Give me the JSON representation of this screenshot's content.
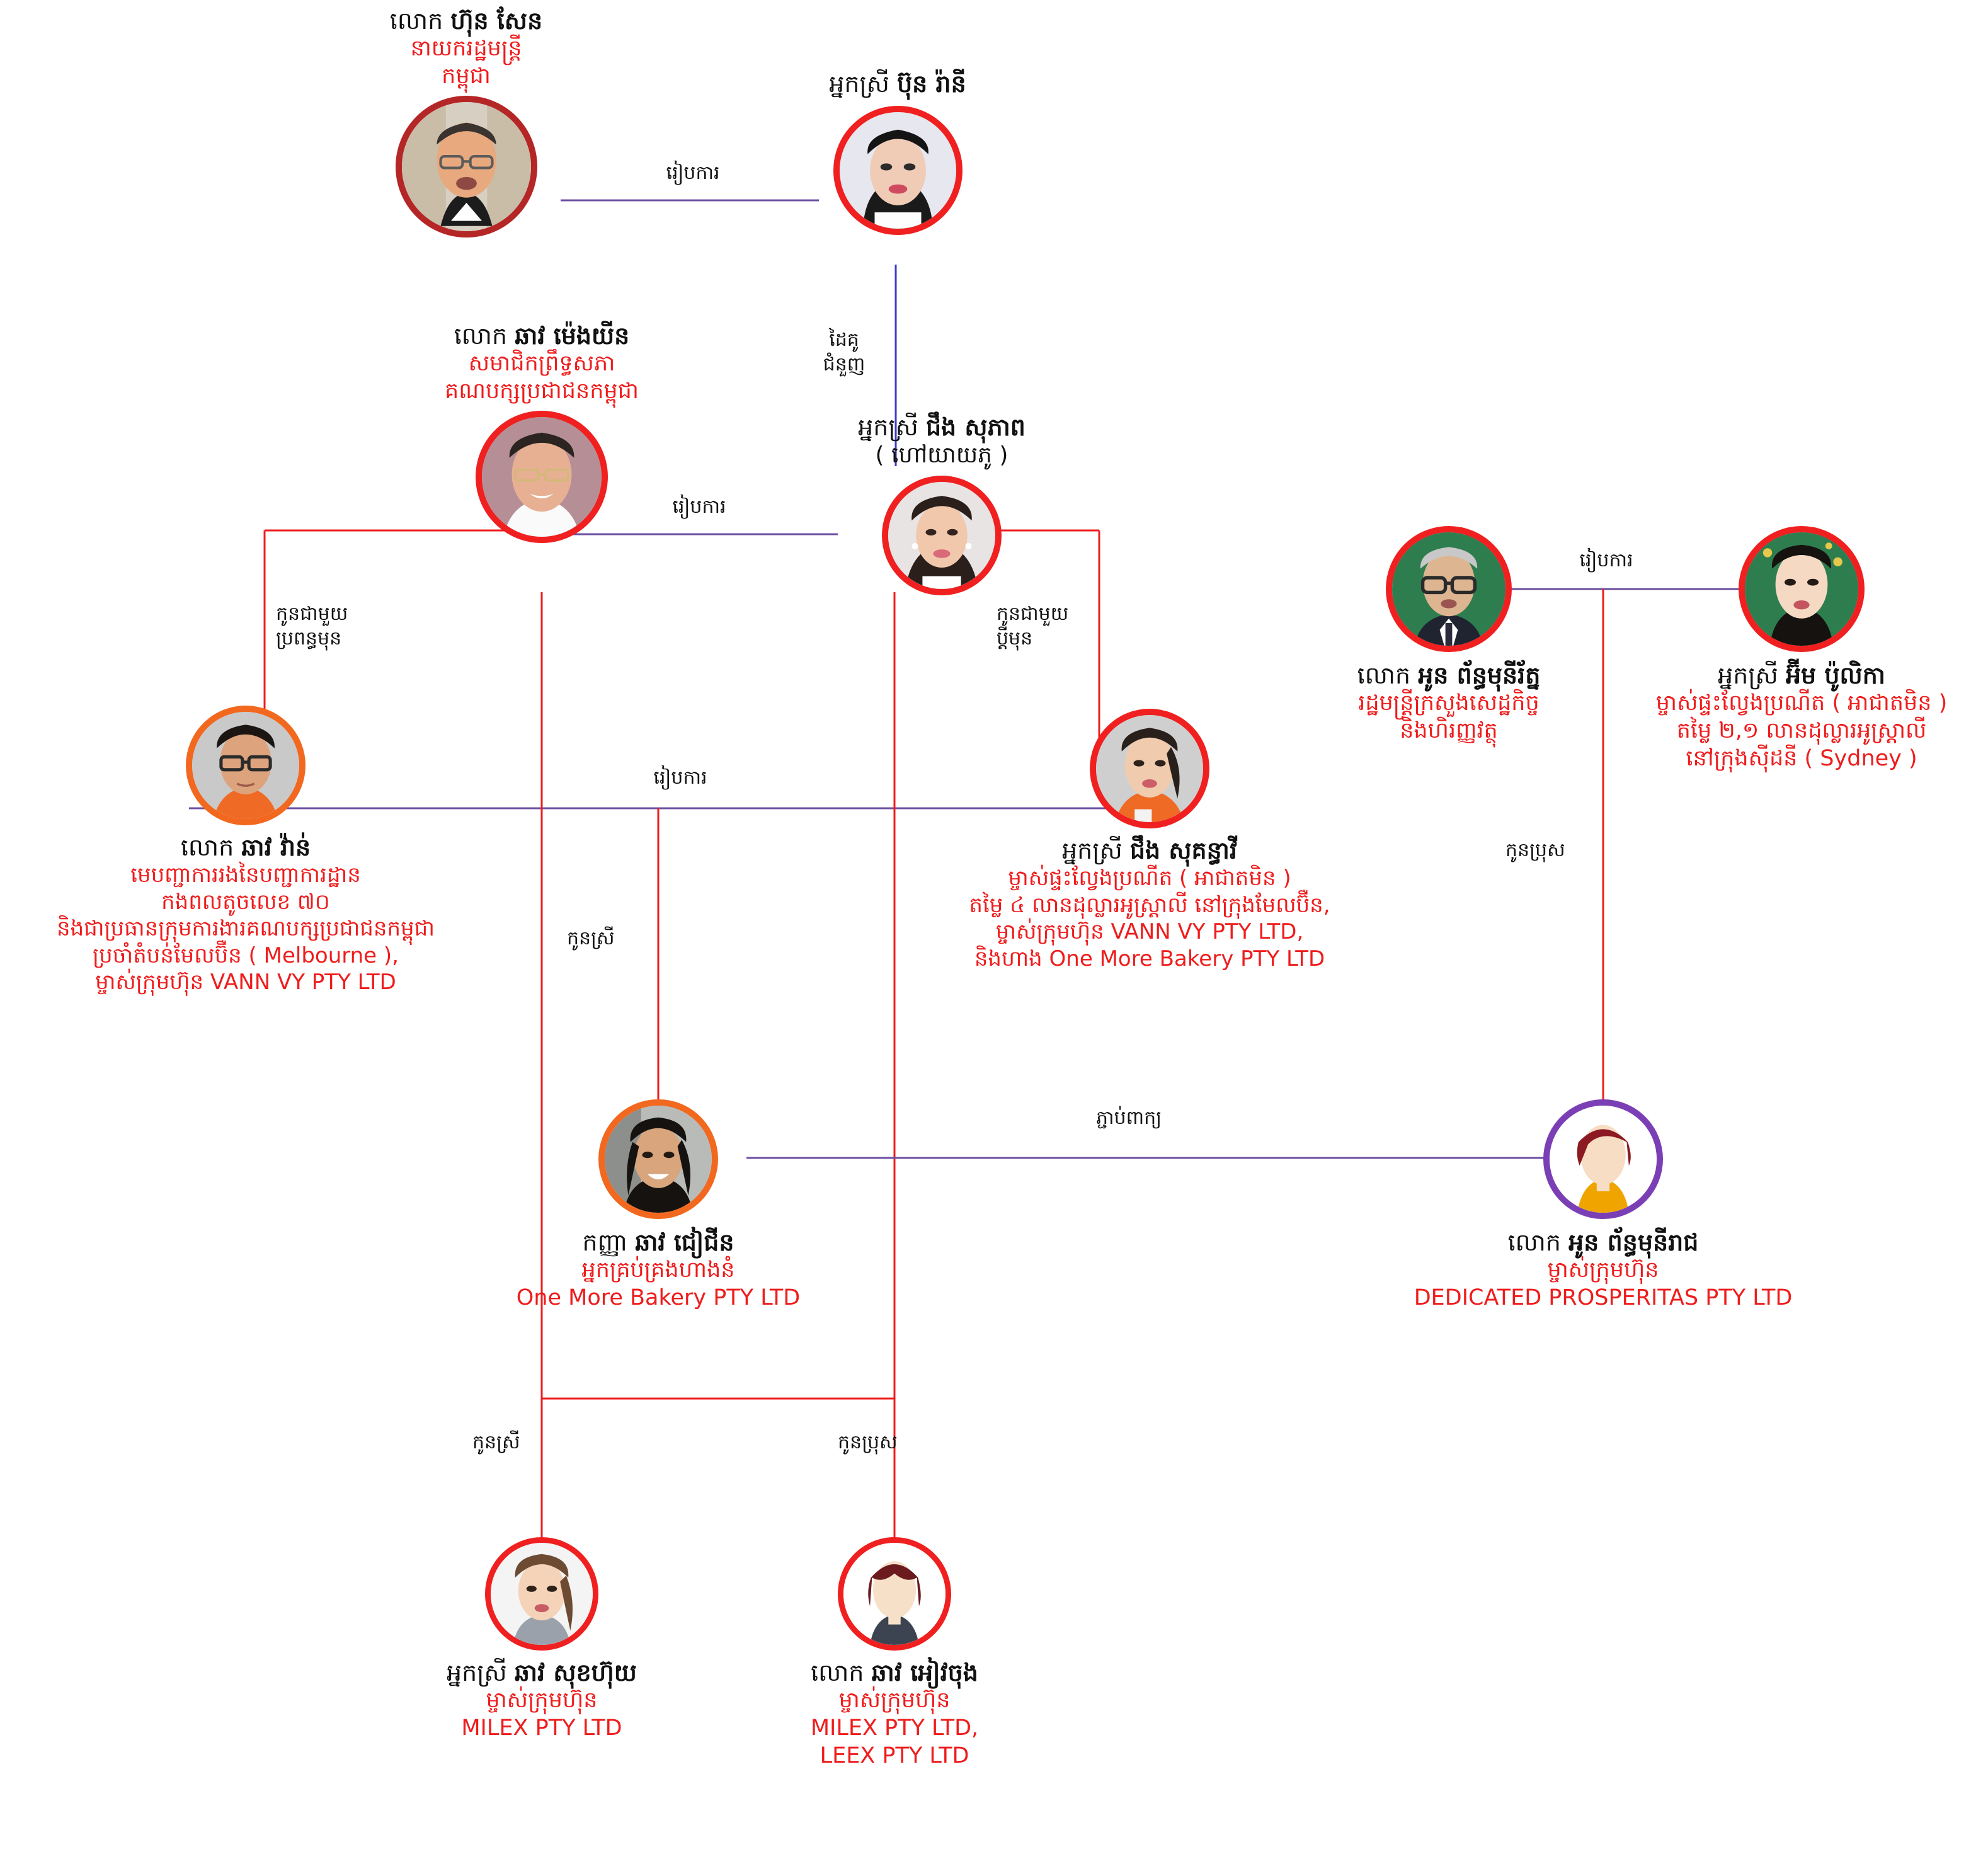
{
  "diagram": {
    "title": "Cambodian political family business network chart",
    "colors": {
      "name_text": "#111111",
      "desc_text": "#ef1c1c",
      "red_line": "#ef1c1c",
      "purple_line": "#6b4fa0",
      "blue_line": "#3b3bcc",
      "ring_red": "#f02020",
      "ring_darkred": "#b52626",
      "ring_orange": "#f2681f",
      "ring_purple": "#7b3fb5"
    }
  },
  "people": [
    {
      "id": "hun-sen",
      "honorific": "លោក",
      "name": "ហ៊ុន សែន",
      "desc": "នាយករដ្ឋមន្ត្រី\nកម្ពុជា",
      "ring": "#b52626"
    },
    {
      "id": "bun-rany",
      "honorific": "អ្នកស្រី",
      "name": "ប៊ុន រ៉ានី",
      "desc": "",
      "ring": "#f02020"
    },
    {
      "id": "chhav-mengyin",
      "honorific": "លោក",
      "name": "ឆាវ ម៉េងយីន",
      "desc": "សមាជិកព្រឹទ្ធសភា\nគណបក្សប្រជាជនកម្ពុជា",
      "ring": "#f02020"
    },
    {
      "id": "cheng-sophap",
      "honorific": "អ្នកស្រី",
      "name": "ជឹង សុភាព",
      "desc_black": "( ហៅយាយភូ )",
      "desc": "",
      "ring": "#f02020"
    },
    {
      "id": "chhav-van",
      "honorific": "លោក",
      "name": "ឆាវ វ៉ាន់",
      "desc": "មេបញ្ជាការរងនៃបញ្ជាការដ្ឋាន\nកងពលតូចលេខ ៧០\nនិងជាប្រធានក្រុមការងារគណបក្សប្រជាជនកម្ពុជា\nប្រចាំតំបន់មែលប៊ឺន ( Melbourne ),\nម្ចាស់ក្រុមហ៊ុន VANN VY PTY LTD",
      "ring": "#f2681f"
    },
    {
      "id": "cheng-sokunthea",
      "honorific": "អ្នកស្រី",
      "name": "ជឹង សុគន្ធាវី",
      "desc": "ម្ចាស់ផ្ទះល្វែងប្រណីត ( អាជាតមិន )\nតម្លៃ ៤ លានដុល្លារអូស្ត្រាលី នៅក្រុងមែលប៊ឺន,\nម្ចាស់ក្រុមហ៊ុន VANN VY PTY LTD,\nនិងហាង One More Bakery PTY LTD",
      "ring": "#f02020"
    },
    {
      "id": "on-phanmunirith",
      "honorific": "លោក",
      "name": "អូន ព័ន្ធមុនីរ័ត្ន",
      "desc": "រដ្ឋមន្ត្រីក្រសួងសេដ្ឋកិច្ច\nនិងហិរញ្ញវត្ថុ",
      "ring": "#f02020"
    },
    {
      "id": "im-bolika",
      "honorific": "អ្នកស្រី",
      "name": "អ៊ីម ប៉ូលិកា",
      "desc": "ម្ចាស់ផ្ទះល្វែងប្រណីត ( អាជាតមិន )\nតម្លៃ ២,១ លានដុល្លារអូស្ត្រាលី\nនៅក្រុងស៊ីដនី ( Sydney )",
      "ring": "#f02020"
    },
    {
      "id": "chhav-chhean",
      "honorific": "កញ្ញា",
      "name": "ឆាវ ជៀជីន",
      "desc": "អ្នកគ្រប់គ្រងហាងនំ\nOne More Bakery PTY LTD",
      "ring": "#f2681f"
    },
    {
      "id": "on-phanmunirach",
      "honorific": "លោក",
      "name": "អូន ព័ន្ធមុនីរាជ",
      "desc": "ម្ចាស់ក្រុមហ៊ុន\nDEDICATED PROSPERITAS PTY LTD",
      "ring": "#7b3fb5"
    },
    {
      "id": "chhav-sokhhuy",
      "honorific": "អ្នកស្រី",
      "name": "ឆាវ សុខហ៊ុយ",
      "desc": "ម្ចាស់ក្រុមហ៊ុន\nMILEX PTY LTD",
      "ring": "#f02020"
    },
    {
      "id": "chhav-reavchong",
      "honorific": "លោក",
      "name": "ឆាវ អៀវចុង",
      "desc": "ម្ចាស់ក្រុមហ៊ុន\nMILEX PTY LTD,\nLEEX PTY LTD",
      "ring": "#f02020"
    }
  ],
  "edge_labels": [
    {
      "id": "e1",
      "text": "រៀបការ"
    },
    {
      "id": "e2",
      "text": "ដៃគូ\nជំនួញ"
    },
    {
      "id": "e3",
      "text": "រៀបការ"
    },
    {
      "id": "e4",
      "text": "កូនជាមួយ\nប្រពន្ធមុន"
    },
    {
      "id": "e5",
      "text": "កូនជាមួយ\nប្ដីមុន"
    },
    {
      "id": "e6",
      "text": "រៀបការ"
    },
    {
      "id": "e7",
      "text": "រៀបការ"
    },
    {
      "id": "e8",
      "text": "កូនស្រី"
    },
    {
      "id": "e9",
      "text": "កូនប្រុស"
    },
    {
      "id": "e10",
      "text": "ភ្ជាប់ពាក្យ"
    },
    {
      "id": "e11",
      "text": "កូនស្រី"
    },
    {
      "id": "e12",
      "text": "កូនប្រុស"
    }
  ]
}
